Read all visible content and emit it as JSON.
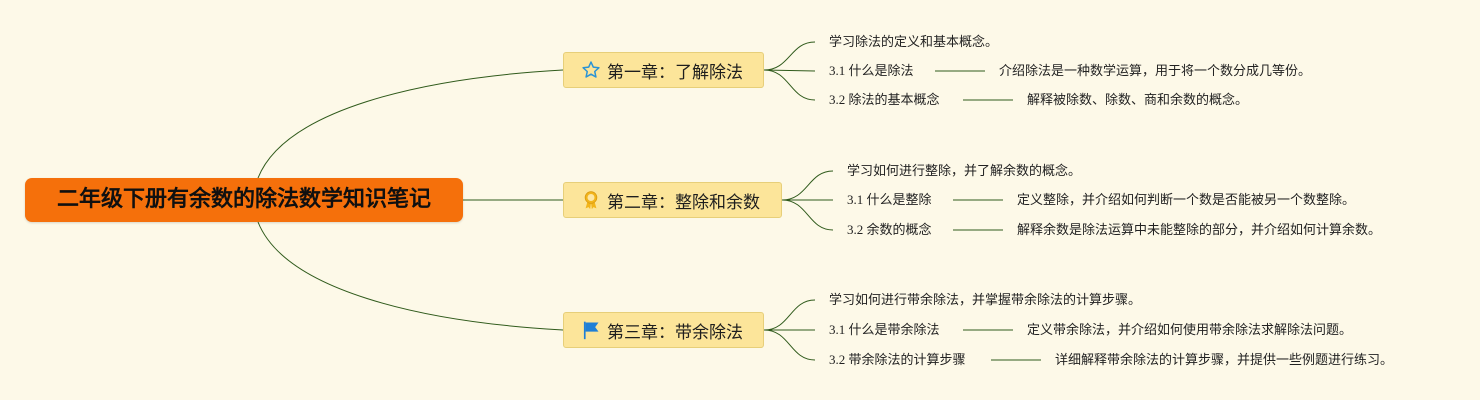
{
  "root": {
    "title": "二年级下册有余数的除法数学知识笔记"
  },
  "chapters": [
    {
      "title": "第一章：了解除法",
      "icon": "star-outline-icon",
      "summary": "学习除法的定义和基本概念。",
      "sections": [
        {
          "title": "3.1 什么是除法",
          "detail": "介绍除法是一种数学运算，用于将一个数分成几等份。"
        },
        {
          "title": "3.2 除法的基本概念",
          "detail": "解释被除数、除数、商和余数的概念。"
        }
      ]
    },
    {
      "title": "第二章：整除和余数",
      "icon": "award-ribbon-icon",
      "summary": "学习如何进行整除，并了解余数的概念。",
      "sections": [
        {
          "title": "3.1 什么是整除",
          "detail": "定义整除，并介绍如何判断一个数是否能被另一个数整除。"
        },
        {
          "title": "3.2 余数的概念",
          "detail": "解释余数是除法运算中未能整除的部分，并介绍如何计算余数。"
        }
      ]
    },
    {
      "title": "第三章：带余除法",
      "icon": "blue-flag-icon",
      "summary": "学习如何进行带余除法，并掌握带余除法的计算步骤。",
      "sections": [
        {
          "title": "3.1 什么是带余除法",
          "detail": "定义带余除法，并介绍如何使用带余除法求解除法问题。"
        },
        {
          "title": "3.2 带余除法的计算步骤",
          "detail": "详细解释带余除法的计算步骤，并提供一些例题进行练习。"
        }
      ]
    }
  ],
  "colors": {
    "background": "#fdf9e8",
    "root_fill": "#f5700b",
    "chapter_fill": "#fce59a",
    "connector": "#2f5a1b",
    "star_icon": "#2a93d5",
    "flag_icon": "#1f7fd6",
    "award_icon": "#f2b51c"
  }
}
